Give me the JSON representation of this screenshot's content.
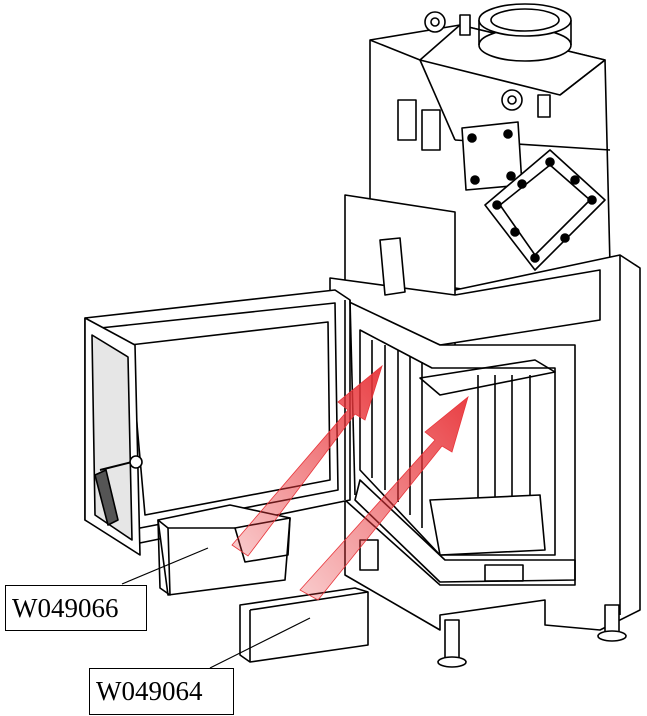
{
  "callouts": [
    {
      "part_number": "W049066"
    },
    {
      "part_number": "W049064"
    }
  ],
  "colors": {
    "line": "#000000",
    "arrow": "#e8353a",
    "glass": "#e6e6e6",
    "background": "#ffffff"
  },
  "icons": [
    "fireplace-insert-drawing",
    "installation-arrow"
  ]
}
